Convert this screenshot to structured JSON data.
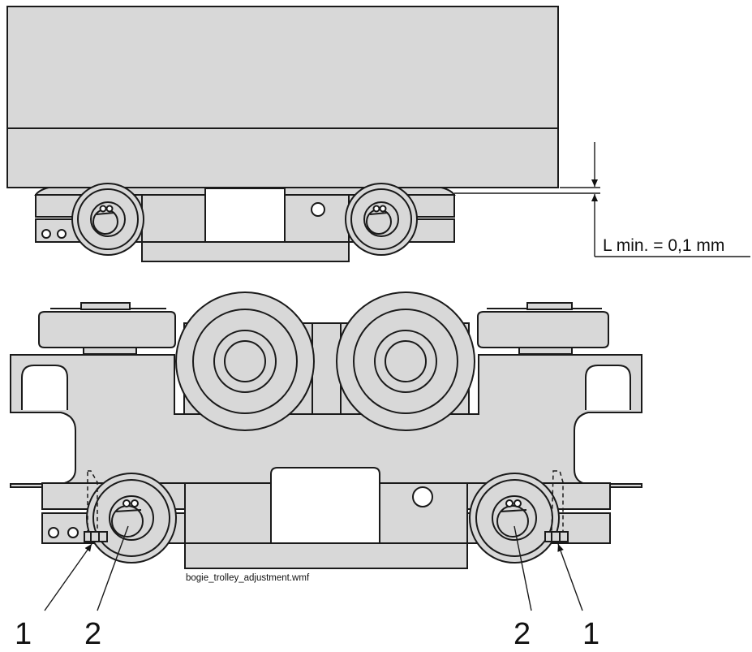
{
  "dimension": {
    "label": "L min. = 0,1 mm"
  },
  "callouts": [
    "1",
    "2",
    "2",
    "1"
  ],
  "filename": "bogie_trolley_adjustment.wmf"
}
